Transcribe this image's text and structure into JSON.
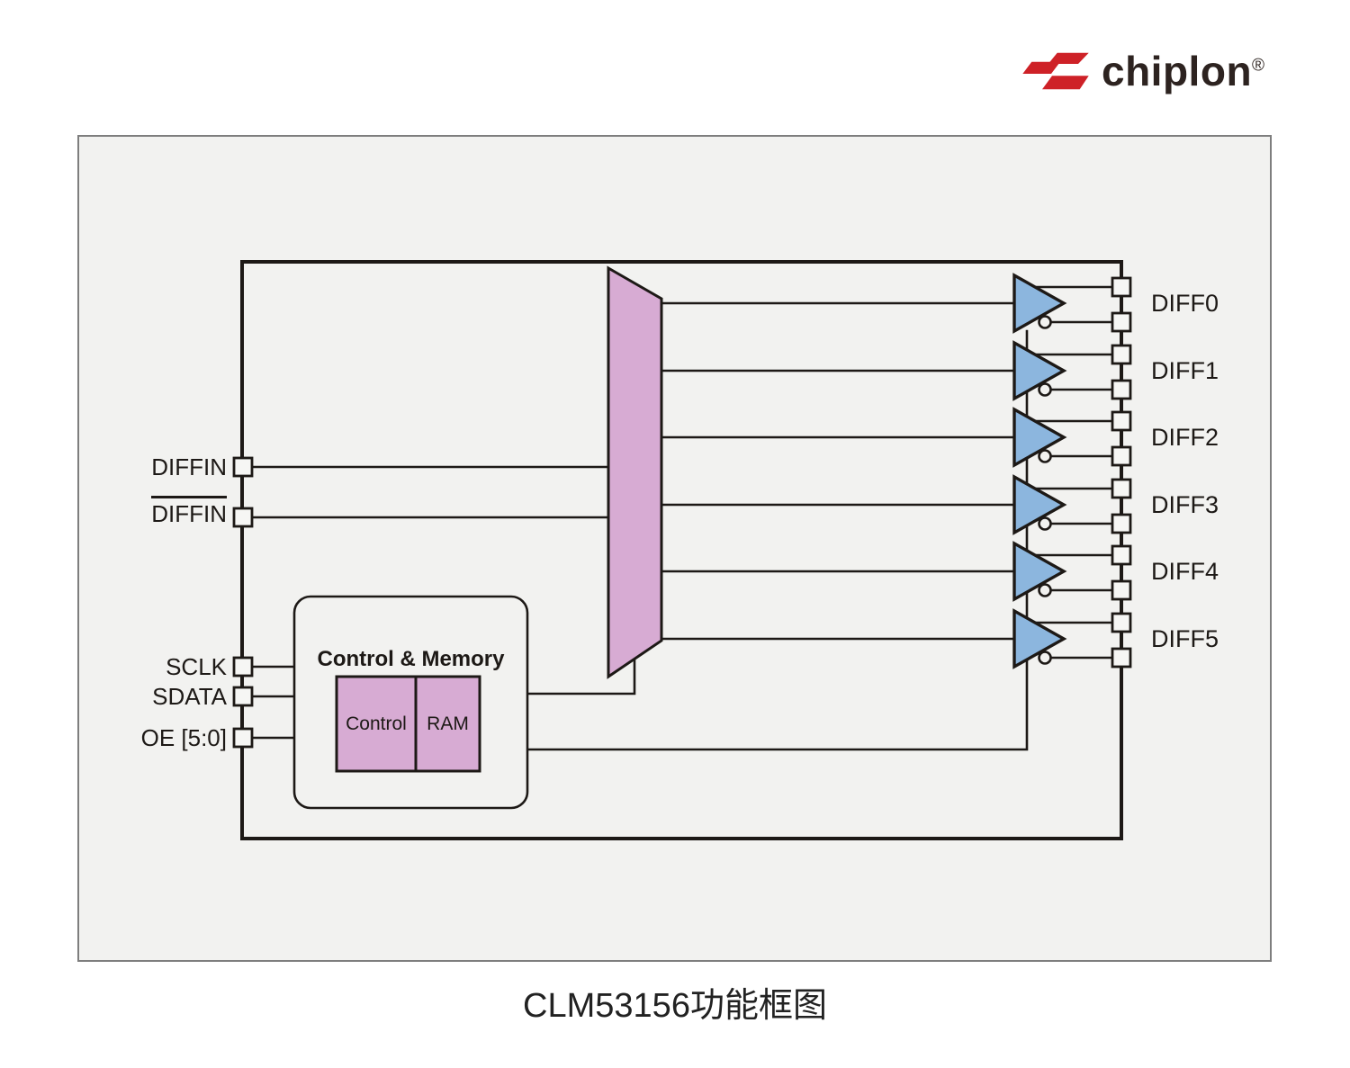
{
  "logo": {
    "brand": "chiplon",
    "registered_mark": "®",
    "icon": "chiplon-mark-icon",
    "accent_color": "#ce2127",
    "text_color": "#2d2320"
  },
  "diagram": {
    "colors": {
      "panel_bg": "#f2f2f0",
      "line": "#1d1916",
      "mux_fill": "#d7abd3",
      "buffer_fill": "#8cb6de"
    },
    "inputs": [
      {
        "label": "DIFFIN",
        "overline": false
      },
      {
        "label": "DIFFIN",
        "overline": true
      },
      {
        "label": "SCLK",
        "overline": false
      },
      {
        "label": "SDATA",
        "overline": false
      },
      {
        "label": "OE [5:0]",
        "overline": false
      }
    ],
    "control_block": {
      "title": "Control & Memory",
      "sub_blocks": [
        {
          "label": "Control"
        },
        {
          "label": "RAM"
        }
      ]
    },
    "outputs": [
      {
        "label": "DIFF0"
      },
      {
        "label": "DIFF1"
      },
      {
        "label": "DIFF2"
      },
      {
        "label": "DIFF3"
      },
      {
        "label": "DIFF4"
      },
      {
        "label": "DIFF5"
      }
    ]
  },
  "caption": "CLM53156功能框图"
}
